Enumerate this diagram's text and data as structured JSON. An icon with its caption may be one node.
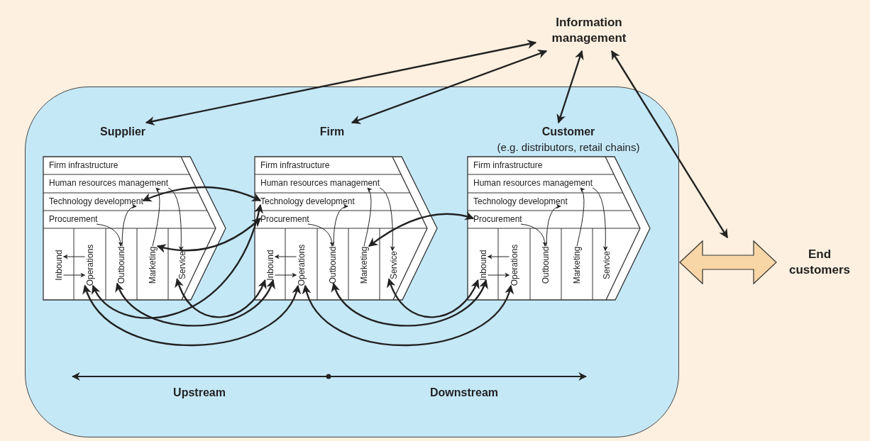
{
  "diagram": {
    "nodes": [
      {
        "text": [
          "Information management"
        ]
      },
      {
        "text": [],
        "shape": "box"
      },
      {
        "text": [
          "Supplier"
        ],
        "in": 1
      },
      {
        "text": [
          "Firm infrastructure"
        ],
        "in": 2
      },
      {
        "text": [
          "Human resources management"
        ],
        "in": 2
      },
      {
        "text": [
          "Technology development"
        ],
        "in": 2
      },
      {
        "text": [
          "Procurement"
        ],
        "in": 2
      },
      {
        "text": [
          "Inbound"
        ],
        "in": 2
      },
      {
        "text": [
          "Operations"
        ],
        "in": 2
      },
      {
        "text": [
          "Outbound"
        ],
        "in": 2
      },
      {
        "text": [
          "Marketing"
        ],
        "in": 2
      },
      {
        "text": [
          "Service"
        ],
        "in": 2
      },
      {
        "text": [
          "Firm"
        ],
        "in": 1
      },
      {
        "text": [
          "Firm infrastructure"
        ],
        "in": 12
      },
      {
        "text": [
          "Human resources management"
        ],
        "in": 12
      },
      {
        "text": [
          "Technology development"
        ],
        "in": 12
      },
      {
        "text": [
          "Procurement"
        ],
        "in": 12
      },
      {
        "text": [
          "Inbound"
        ],
        "in": 12
      },
      {
        "text": [
          "Operations"
        ],
        "in": 12
      },
      {
        "text": [
          "Outbound"
        ],
        "in": 12
      },
      {
        "text": [
          "Marketing"
        ],
        "in": 12
      },
      {
        "text": [
          "Service"
        ],
        "in": 12
      },
      {
        "text": [
          "Customer",
          "(e.g. distributors, retail chains)"
        ],
        "in": 1
      },
      {
        "text": [
          "Firm infrastructure"
        ],
        "in": 22
      },
      {
        "text": [
          "Human resources management"
        ],
        "in": 22
      },
      {
        "text": [
          "Technology development"
        ],
        "in": 22
      },
      {
        "text": [
          "Procurement"
        ],
        "in": 22
      },
      {
        "text": [
          "Inbound"
        ],
        "in": 22
      },
      {
        "text": [
          "Operations"
        ],
        "in": 22
      },
      {
        "text": [
          "Outbound"
        ],
        "in": 22
      },
      {
        "text": [
          "Marketing"
        ],
        "in": 22
      },
      {
        "text": [
          "Service"
        ],
        "in": 22
      },
      {
        "text": [
          "End customers"
        ]
      }
    ],
    "edges": [
      {
        "from": 0,
        "to": 2,
        "arrow": "both"
      },
      {
        "from": 0,
        "to": 12,
        "arrow": "both"
      },
      {
        "from": 0,
        "to": 22,
        "arrow": "both"
      },
      {
        "from": 0,
        "to": null,
        "arrow": "both"
      },
      {
        "from": 8,
        "to": 7,
        "arrow": "to"
      },
      {
        "from": 7,
        "to": 8,
        "arrow": "to"
      },
      {
        "from": 6,
        "to": 9,
        "arrow": "to"
      },
      {
        "from": 9,
        "to": 5,
        "arrow": "to"
      },
      {
        "from": 10,
        "to": 4,
        "arrow": "to"
      },
      {
        "from": 4,
        "to": 11,
        "arrow": "to"
      },
      {
        "from": 18,
        "to": 17,
        "arrow": "to"
      },
      {
        "from": 17,
        "to": 18,
        "arrow": "to"
      },
      {
        "from": 16,
        "to": 19,
        "arrow": "to"
      },
      {
        "from": 19,
        "to": 15,
        "arrow": "to"
      },
      {
        "from": 20,
        "to": 14,
        "arrow": "to"
      },
      {
        "from": 14,
        "to": 21,
        "arrow": "to"
      },
      {
        "from": 28,
        "to": 27,
        "arrow": "to"
      },
      {
        "from": 27,
        "to": 28,
        "arrow": "to"
      },
      {
        "from": 26,
        "to": 29,
        "arrow": "to"
      },
      {
        "from": 29,
        "to": 25,
        "arrow": "to"
      },
      {
        "from": 30,
        "to": 24,
        "arrow": "to"
      },
      {
        "from": 24,
        "to": 31,
        "arrow": "to"
      },
      {
        "from": 5,
        "to": 15,
        "arrow": "both"
      },
      {
        "from": 10,
        "to": 16,
        "arrow": "both"
      },
      {
        "from": 8,
        "to": 15,
        "arrow": "both"
      },
      {
        "from": 8,
        "to": 18,
        "arrow": "both"
      },
      {
        "from": 9,
        "to": 17,
        "arrow": "both"
      },
      {
        "from": 11,
        "to": 17,
        "arrow": "both"
      },
      {
        "from": 20,
        "to": 26,
        "arrow": "both"
      },
      {
        "from": 18,
        "to": 28,
        "arrow": "both"
      },
      {
        "from": 19,
        "to": 27,
        "arrow": "both"
      },
      {
        "from": 21,
        "to": 27,
        "arrow": "both"
      },
      {
        "from": 1,
        "to": 32,
        "arrow": "both",
        "color": "#f9d6a6"
      }
    ],
    "labels": [
      "Upstream",
      "Downstream"
    ]
  }
}
